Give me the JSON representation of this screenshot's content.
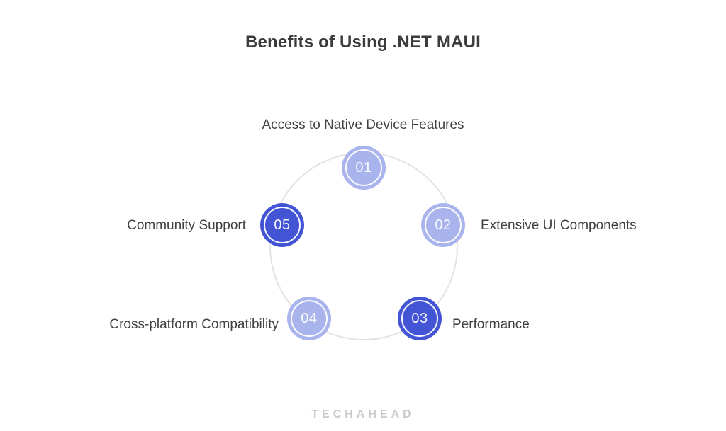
{
  "title": "Benefits of Using .NET MAUI",
  "colors": {
    "background": "#ffffff",
    "node-light": "#a9b4ec",
    "node-dark": "#4355d4",
    "ring": "#e3e3e3",
    "number-text": "#ffffff",
    "title-text": "#3b3b3b",
    "label-text": "#414141",
    "brand-text": "#c9c9c9"
  },
  "diagram": {
    "steps": [
      {
        "number": "01",
        "label": "Access to Native Device Features",
        "tone": "light",
        "position": "top"
      },
      {
        "number": "02",
        "label": "Extensive UI Components",
        "tone": "light",
        "position": "upper-right"
      },
      {
        "number": "03",
        "label": "Performance",
        "tone": "dark",
        "position": "lower-right"
      },
      {
        "number": "04",
        "label": "Cross-platform Compatibility",
        "tone": "light",
        "position": "lower-left"
      },
      {
        "number": "05",
        "label": "Community Support",
        "tone": "dark",
        "position": "upper-left"
      }
    ]
  },
  "footer": {
    "brand": "TECHAHEAD"
  }
}
